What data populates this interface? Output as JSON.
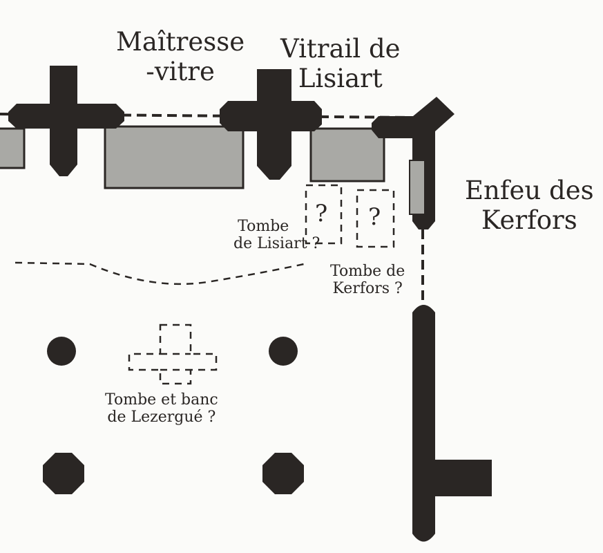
{
  "labels": {
    "maitresse_vitre": [
      "Maîtresse",
      "-vitre"
    ],
    "vitrail_lisiart": [
      "Vitrail de",
      "Lisiart"
    ],
    "enfeu_kerfors": [
      "Enfeu des",
      "Kerfors"
    ],
    "tombe_lisiart": [
      "Tombe",
      "de Lisiart ?"
    ],
    "tombe_kerfors": [
      "Tombe de",
      "Kerfors ?"
    ],
    "tombe_lezergue": [
      "Tombe et banc",
      "de Lezergué ?"
    ],
    "question_mark": "?"
  },
  "colors": {
    "wall": "#2a2624",
    "window": "#a9a9a5",
    "background": "#fbfbf9"
  }
}
